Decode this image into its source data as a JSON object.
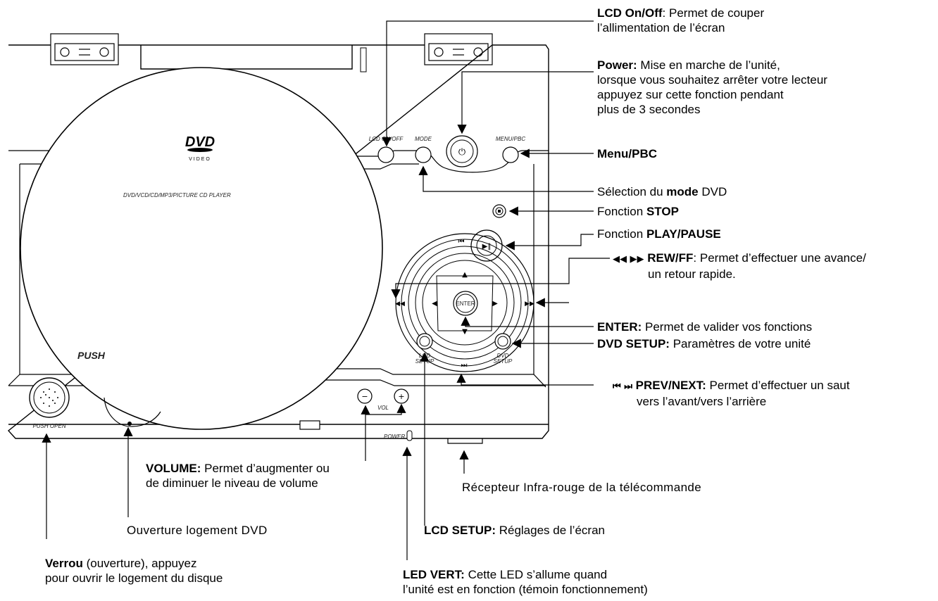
{
  "device": {
    "logo_main": "DVD",
    "logo_sub": "VIDEO",
    "subtitle": "DVD/VCD/CD/MP3/PICTURE CD PLAYER",
    "push": "PUSH",
    "push_open": "PUSH OPEN",
    "power_led": "POWER",
    "vol": "VOL",
    "vol_minus": "−",
    "vol_plus": "+",
    "btn_lcd_onoff": "LCD ON/OFF",
    "btn_mode": "MODE",
    "btn_menu_pbc": "MENU/PBC",
    "btn_enter": "ENTER",
    "lcd_setup_1": "LCD",
    "lcd_setup_2": "SETUP",
    "dvd_setup_1": "DVD",
    "dvd_setup_2": "SETUP"
  },
  "callouts": {
    "lcd_onoff": {
      "title": "LCD On/Off",
      "text": ": Permet de couper",
      "line2": "l’allimentation de l’écran"
    },
    "power": {
      "title": "Power:",
      "text": " Mise en marche de l’unité,",
      "line2": "lorsque vous souhaitez arrêter votre lecteur",
      "line3": "appuyez sur cette fonction pendant",
      "line4": "plus de 3 secondes"
    },
    "menu_pbc": {
      "title": "Menu/PBC"
    },
    "mode": {
      "pre": "Sélection du ",
      "bold": "mode",
      "post": " DVD"
    },
    "stop": {
      "pre": "Fonction ",
      "bold": "STOP"
    },
    "play": {
      "pre": "Fonction ",
      "bold": "PLAY/PAUSE"
    },
    "rewff": {
      "title": "REW/FF",
      "text": ": Permet d’effectuer une avance/",
      "line2": "un retour rapide."
    },
    "enter": {
      "title": "ENTER:",
      "text": " Permet de valider vos fonctions"
    },
    "dvd_setup": {
      "title": "DVD SETUP:",
      "text": " Paramètres de votre unité"
    },
    "prevnext": {
      "title": "PREV/NEXT:",
      "text": " Permet d’effectuer un saut",
      "line2": "vers l’avant/vers l’arrière"
    },
    "volume": {
      "title": "VOLUME:",
      "text": " Permet d’augmenter ou",
      "line2": "de diminuer le niveau de volume"
    },
    "ir": {
      "text": "Récepteur Infra-rouge de la télécommande"
    },
    "ouverture": {
      "text": "Ouverture logement DVD"
    },
    "lcd_setup": {
      "title": "LCD SETUP:",
      "text": " Réglages de l’écran"
    },
    "verrou": {
      "title": "Verrou",
      "text": " (ouverture), appuyez",
      "line2": "pour ouvrir le logement du disque"
    },
    "led": {
      "title": "LED VERT:",
      "text": " Cette LED s’allume quand",
      "line2": "l’unité est en fonction (témoin fonctionnement)"
    }
  }
}
